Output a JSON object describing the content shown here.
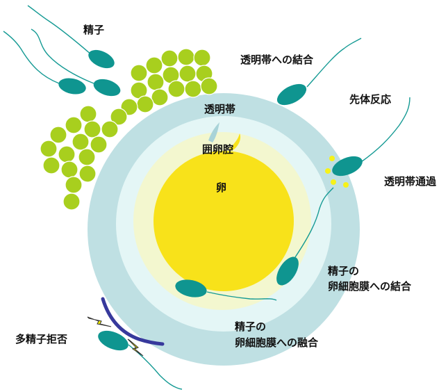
{
  "labels": {
    "sperm": "精子",
    "zona_binding": "透明帯への結合",
    "acrosome_reaction": "先体反応",
    "zona_penetration": "透明帯通過",
    "membrane_binding_1": "精子の",
    "membrane_binding_2": "卵細胞膜への結合",
    "membrane_fusion_1": "精子の",
    "membrane_fusion_2": "卵細胞膜への融合",
    "polyspermy_block": "多精子拒否",
    "zona_pellucida": "透明帯",
    "perivitelline_space": "囲卵腔",
    "egg": "卵"
  },
  "colors": {
    "zona": "#bfe0e3",
    "perivitelline": "#e4f6f6",
    "cytoplasm_halo": "#f3f7cf",
    "egg": "#f8e21a",
    "sperm_head": "#0f9590",
    "sperm_tail": "#159a94",
    "cumulus_cell": "#a8cf1e",
    "acrosome_dot": "#f6f21a",
    "block_arc": "#37399c",
    "lightning": "#f5f000"
  }
}
